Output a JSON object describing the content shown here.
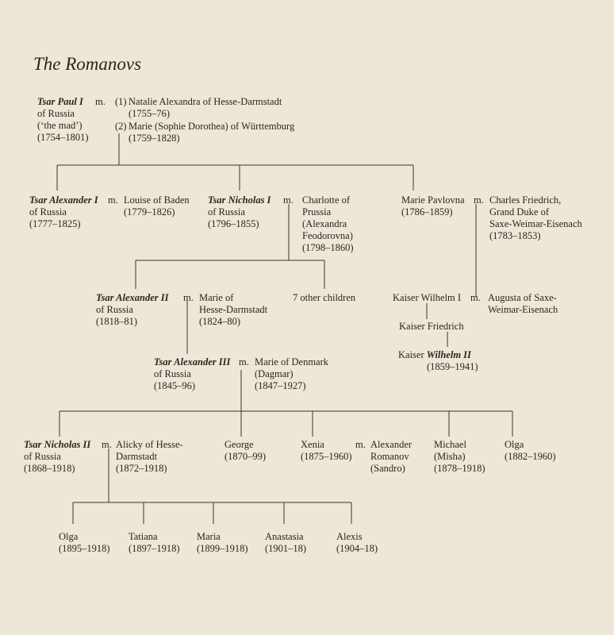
{
  "title": "The Romanovs",
  "people": {
    "paul": {
      "name": "Tsar Paul I",
      "l1": "of Russia",
      "l2": "(‘the mad’)",
      "l3": "(1754–1801)"
    },
    "paul_m": "m.",
    "natalie": {
      "n": "(1)",
      "name": "Natalie Alexandra of Hesse-Darmstadt",
      "l1": "(1755–76)"
    },
    "marie_sophie": {
      "n": "(2)",
      "name": "Marie (Sophie Dorothea) of Württemburg",
      "l1": "(1759–1828)"
    },
    "alexander1": {
      "name": "Tsar Alexander I",
      "l1": "of Russia",
      "l2": "(1777–1825)"
    },
    "alexander1_m": "m.",
    "louise": {
      "name": "Louise of Baden",
      "l1": "(1779–1826)"
    },
    "nicholas1": {
      "name": "Tsar Nicholas I",
      "l1": "of Russia",
      "l2": "(1796–1855)"
    },
    "nicholas1_m": "m.",
    "charlotte": {
      "name": "Charlotte of",
      "l1": "Prussia",
      "l2": "(Alexandra",
      "l3": "Feodorovna)",
      "l4": "(1798–1860)"
    },
    "marie_pavlovna": {
      "name": "Marie Pavlovna",
      "l1": "(1786–1859)"
    },
    "marie_pavlovna_m": "m.",
    "charles": {
      "name": "Charles Friedrich,",
      "l1": "Grand Duke of",
      "l2": "Saxe-Weimar-Eisenach",
      "l3": "(1783–1853)"
    },
    "alexander2": {
      "name": "Tsar Alexander II",
      "l1": "of Russia",
      "l2": "(1818–81)"
    },
    "alexander2_m": "m.",
    "marie_hesse": {
      "name": "Marie of",
      "l1": "Hesse-Darmstadt",
      "l2": "(1824–80)"
    },
    "other_children": "7 other children",
    "wilhelm1": {
      "name": "Kaiser Wilhelm I"
    },
    "wilhelm1_m": "m.",
    "augusta": {
      "name": "Augusta of Saxe-",
      "l1": "Weimar-Eisenach"
    },
    "friedrich": {
      "name": "Kaiser Friedrich"
    },
    "wilhelm2": {
      "name_a": "Kaiser ",
      "name_b": "Wilhelm II",
      "l1": "(1859–1941)"
    },
    "alexander3": {
      "name": "Tsar Alexander III",
      "l1": "of Russia",
      "l2": "(1845–96)"
    },
    "alexander3_m": "m.",
    "dagmar": {
      "name": "Marie of Denmark",
      "l1": "(Dagmar)",
      "l2": "(1847–1927)"
    },
    "nicholas2": {
      "name": "Tsar Nicholas II",
      "l1": "of Russia",
      "l2": "(1868–1918)"
    },
    "nicholas2_m": "m.",
    "alicky": {
      "name": "Alicky of Hesse-",
      "l1": "Darmstadt",
      "l2": "(1872–1918)"
    },
    "george": {
      "name": "George",
      "l1": "(1870–99)"
    },
    "xenia": {
      "name": "Xenia",
      "l1": "(1875–1960)"
    },
    "xenia_m": "m.",
    "sandro": {
      "name": "Alexander",
      "l1": "Romanov",
      "l2": "(Sandro)"
    },
    "michael": {
      "name": "Michael",
      "l1": "(Misha)",
      "l2": "(1878–1918)"
    },
    "olga_sister": {
      "name": "Olga",
      "l1": "(1882–1960)"
    },
    "olga": {
      "name": "Olga",
      "l1": "(1895–1918)"
    },
    "tatiana": {
      "name": "Tatiana",
      "l1": "(1897–1918)"
    },
    "maria": {
      "name": "Maria",
      "l1": "(1899–1918)"
    },
    "anastasia": {
      "name": "Anastasia",
      "l1": "(1901–18)"
    },
    "alexis": {
      "name": "Alexis",
      "l1": "(1904–18)"
    }
  }
}
